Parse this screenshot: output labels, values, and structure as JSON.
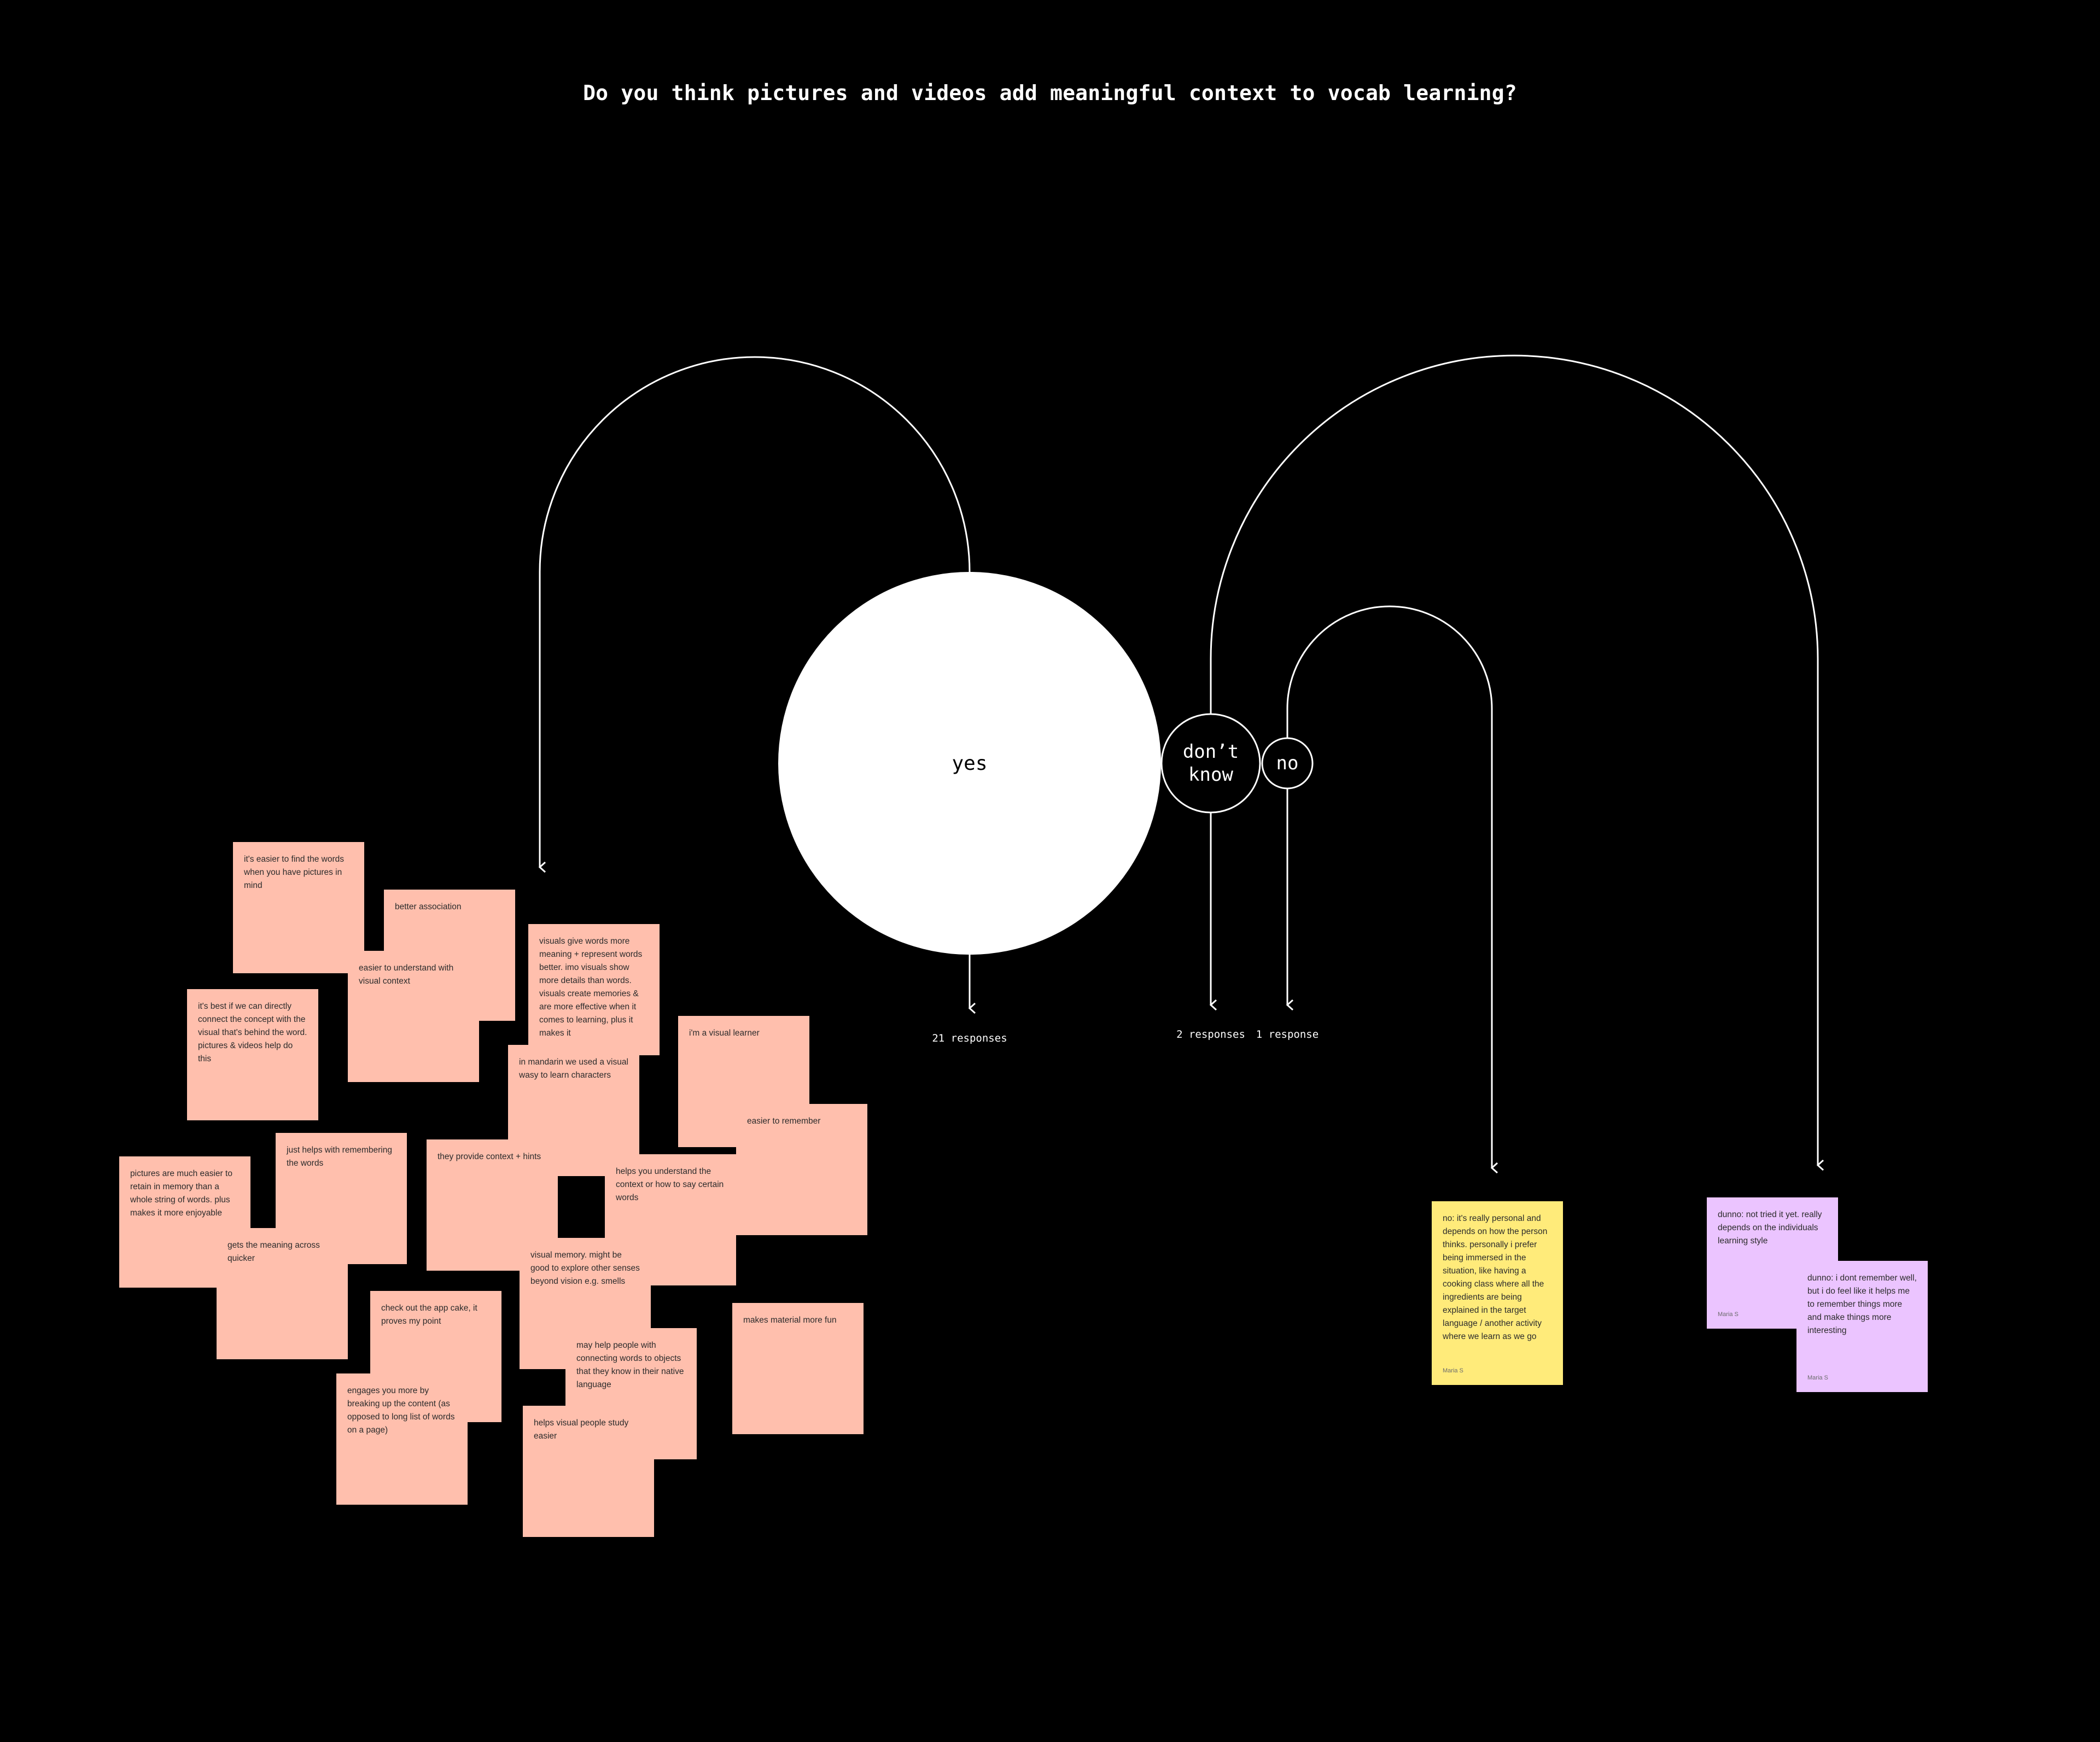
{
  "title": "Do you think pictures and videos add meaningful context to vocab learning?",
  "answers": {
    "yes": {
      "label": "yes",
      "count": "21 responses"
    },
    "dont_know": {
      "label": "don’t know",
      "count": "2 responses"
    },
    "no": {
      "label": "no",
      "count": "1 response"
    }
  },
  "yes_notes": [
    "it's easier to find the words when you have pictures in mind",
    "better association",
    "easier to understand with visual context",
    "visuals give words more meaning + represent words better. imo visuals show more details than words. visuals create memories & are more effective when it comes to learning, plus it makes it",
    "it's best if we can directly connect the concept with the visual that's behind the word. pictures & videos help do this",
    "in mandarin we used a visual wasy to learn characters",
    "i'm a visual learner",
    "easier to remember",
    "just helps with remembering the words",
    "they provide context + hints",
    "helps you understand the context or how to say certain words",
    "pictures are much easier to retain in memory than a whole string of words. plus makes it more enjoyable",
    "gets the meaning across quicker",
    "visual memory. might be good to explore other senses beyond vision e.g. smells",
    "makes material more fun",
    "check out the app cake, it proves my point",
    "may help people with connecting words to objects that they know in their native language",
    "engages you more by breaking up the content (as opposed to long list of words on a page)",
    "helps visual people study easier"
  ],
  "no_note": {
    "text": "no: it's really personal and depends on how the person thinks. personally i prefer being immersed in the situation, like having a cooking class where all the ingredients are being explained in the target language / another activity where we learn as we go",
    "author": "Maria S"
  },
  "dont_know_notes": [
    {
      "text": "dunno: not tried it yet. really depends on the individuals learning style",
      "author": "Maria S"
    },
    {
      "text": "dunno: i dont remember well, but i do feel like it helps me to remember things more and make things more interesting",
      "author": "Maria S"
    }
  ],
  "colors": {
    "background": "#000000",
    "line": "#ffffff",
    "yes_note": "#ffbfad",
    "no_note": "#ffeb7a",
    "dont_know_note": "#ebc4ff"
  }
}
